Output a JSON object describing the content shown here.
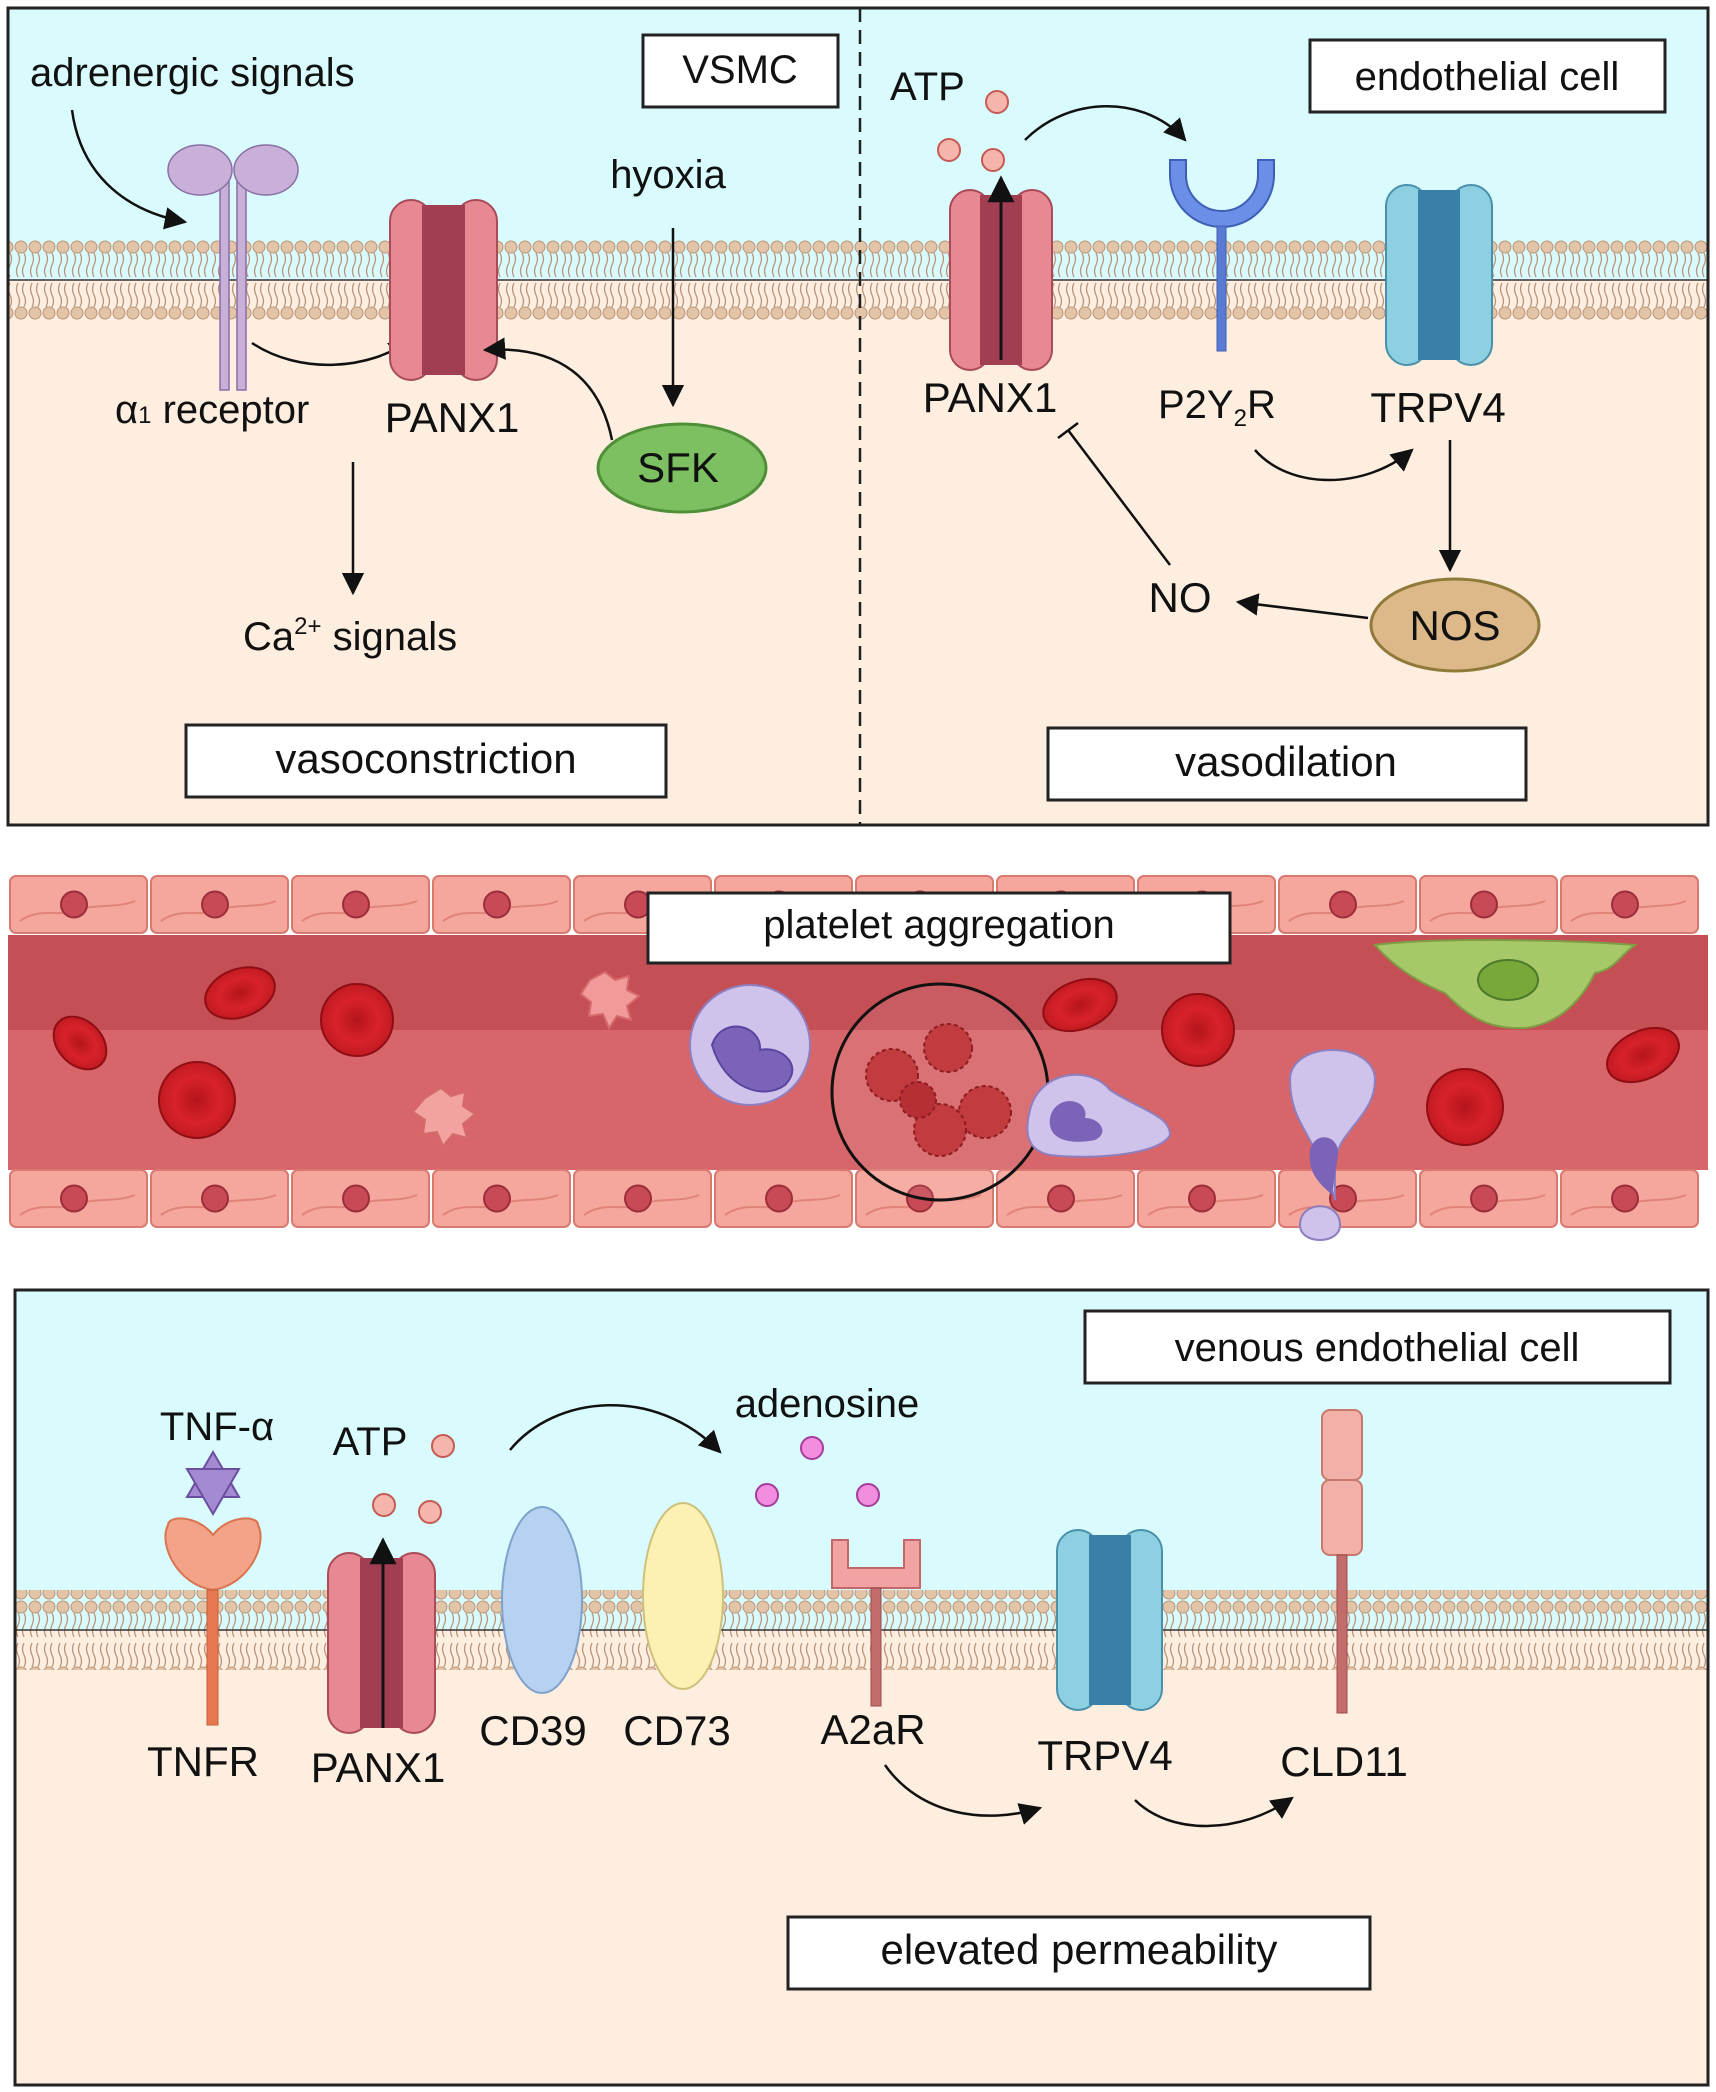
{
  "colors": {
    "extracellular": "#d9fbfd",
    "intracellular": "#fdeee0",
    "vessel_wall": "#f5a79d",
    "lumen": "#d76569",
    "lumen_dark": "#c44f55",
    "panx1": "#d9707c",
    "trpv4": "#7fc3d8",
    "sfk": "#7cc061",
    "nos": "#ddb98a",
    "atp": "#f6b5ac",
    "adenosine": "#f28de0"
  },
  "panel_top": {
    "left": {
      "tag": "VSMC",
      "adrenergic": "adrenergic signals",
      "hypoxia": "hyoxia",
      "alpha_prefix": "α",
      "alpha_sub": "1",
      "alpha_suffix": " receptor",
      "panx1": "PANX1",
      "sfk": "SFK",
      "ca_prefix": "Ca",
      "ca_sup": "2+",
      "ca_suffix": " signals",
      "outcome": "vasoconstriction"
    },
    "right": {
      "tag": "endothelial cell",
      "atp": "ATP",
      "panx1": "PANX1",
      "p2y_a": "P2Y",
      "p2y_sub": "2",
      "p2y_b": "R",
      "trpv4": "TRPV4",
      "no": "NO",
      "nos": "NOS",
      "outcome": "vasodilation"
    }
  },
  "panel_mid": {
    "label": "platelet aggregation"
  },
  "panel_bottom": {
    "tag": "venous endothelial cell",
    "tnf": "TNF-α",
    "tnfr": "TNFR",
    "atp": "ATP",
    "panx1": "PANX1",
    "cd39": "CD39",
    "cd73": "CD73",
    "adenosine": "adenosine",
    "a2ar": "A2aR",
    "trpv4": "TRPV4",
    "cld11": "CLD11",
    "outcome": "elevated permeability"
  }
}
